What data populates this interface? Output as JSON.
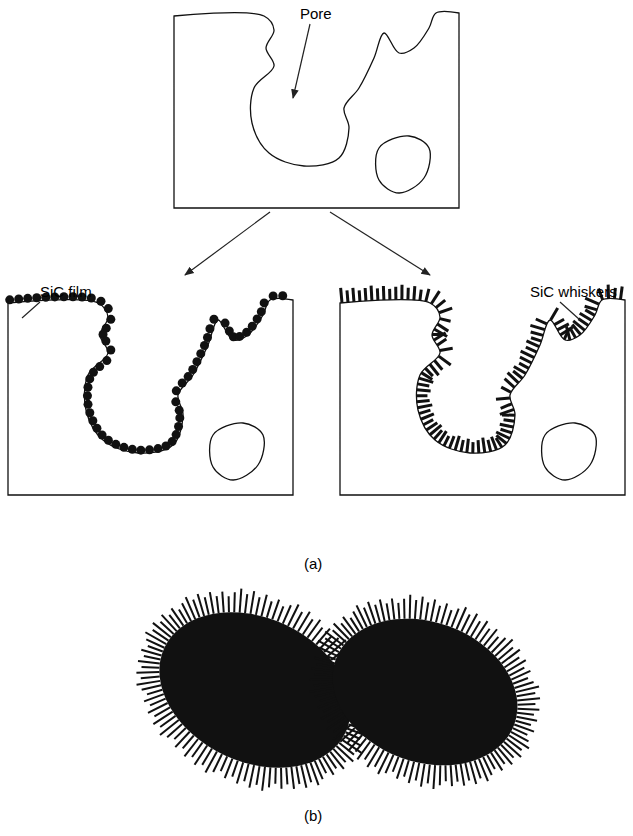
{
  "diagram": {
    "labels": [
      "Pore",
      "SiC film",
      "SiC whiskers",
      "(a)",
      "(b)"
    ]
  }
}
